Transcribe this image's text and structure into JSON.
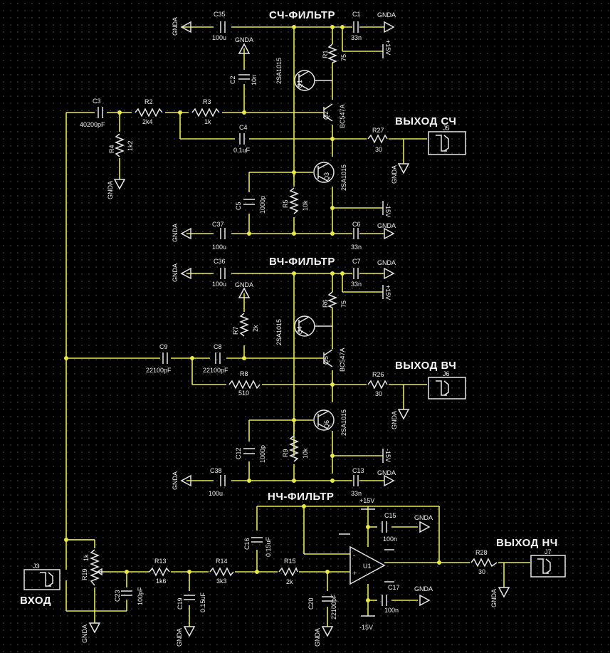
{
  "titles": {
    "sch": "СЧ-ФИЛЬТР",
    "vch": "ВЧ-ФИЛЬТР",
    "nch": "НЧ-ФИЛЬТР"
  },
  "outputs": {
    "sch": "ВЫХОД СЧ",
    "vch": "ВЫХОД ВЧ",
    "nch": "ВЫХОД НЧ",
    "input": "ВХОД"
  },
  "labels": {
    "gnda": "GNDA",
    "p15": "+15V",
    "m15": "-15V",
    "plus": "+",
    "minus": "-"
  },
  "components": {
    "C35": {
      "ref": "C35",
      "val": "100u"
    },
    "C1": {
      "ref": "C1",
      "val": "33n"
    },
    "R1": {
      "ref": "R1",
      "val": "75"
    },
    "C2": {
      "ref": "C2",
      "val": "10n"
    },
    "Q1": {
      "ref": "Q1",
      "val": "2SA1015"
    },
    "Q2": {
      "ref": "Q2",
      "val": "BC547A"
    },
    "C3": {
      "ref": "C3",
      "val": "40200pF"
    },
    "R2": {
      "ref": "R2",
      "val": "2k4"
    },
    "R3": {
      "ref": "R3",
      "val": "1k"
    },
    "R4": {
      "ref": "R4",
      "val": "1k2"
    },
    "C4": {
      "ref": "C4",
      "val": "0.1uF"
    },
    "R27": {
      "ref": "R27",
      "val": "30"
    },
    "J5": {
      "ref": "J5"
    },
    "Q3": {
      "ref": "Q3",
      "val": "2SA1015"
    },
    "C5": {
      "ref": "C5",
      "val": "1000p"
    },
    "R5": {
      "ref": "R5",
      "val": "10k"
    },
    "C37": {
      "ref": "C37",
      "val": "100u"
    },
    "C6": {
      "ref": "C6",
      "val": "33n"
    },
    "C36": {
      "ref": "C36",
      "val": "100u"
    },
    "C7": {
      "ref": "C7",
      "val": "33n"
    },
    "R6": {
      "ref": "R6",
      "val": "75"
    },
    "R7": {
      "ref": "R7",
      "val": "2k"
    },
    "Q4": {
      "ref": "Q4",
      "val": "2SA1015"
    },
    "Q5": {
      "ref": "Q5",
      "val": "BC547A"
    },
    "C9": {
      "ref": "C9",
      "val": "22100pF"
    },
    "C8": {
      "ref": "C8",
      "val": "22100pF"
    },
    "R8": {
      "ref": "R8",
      "val": "510"
    },
    "R26": {
      "ref": "R26",
      "val": "30"
    },
    "J6": {
      "ref": "J6"
    },
    "Q6": {
      "ref": "Q6",
      "val": "2SA1015"
    },
    "C12": {
      "ref": "C12",
      "val": "1000p"
    },
    "R9": {
      "ref": "R9",
      "val": "10k"
    },
    "C38": {
      "ref": "C38",
      "val": "100u"
    },
    "C13": {
      "ref": "C13",
      "val": "33n"
    },
    "C15": {
      "ref": "C15",
      "val": "100n"
    },
    "C16": {
      "ref": "C16",
      "val": "0.15uF"
    },
    "U1": {
      "ref": "U1"
    },
    "C17": {
      "ref": "C17",
      "val": "100n"
    },
    "J3": {
      "ref": "J3"
    },
    "R19": {
      "ref": "R19",
      "val": "1k"
    },
    "C23": {
      "ref": "C23",
      "val": "100pF"
    },
    "R13": {
      "ref": "R13",
      "val": "1k6"
    },
    "R14": {
      "ref": "R14",
      "val": "3k3"
    },
    "C19": {
      "ref": "C19",
      "val": "0.15uF"
    },
    "R15": {
      "ref": "R15",
      "val": "2k"
    },
    "C20": {
      "ref": "C20",
      "val": "22100pF"
    },
    "R28": {
      "ref": "R28",
      "val": "30"
    },
    "J7": {
      "ref": "J7"
    }
  },
  "colors": {
    "background": "#000000",
    "wire": "#e8e84a",
    "symbol": "#e6e6e6",
    "text": "#f0f0f0"
  }
}
